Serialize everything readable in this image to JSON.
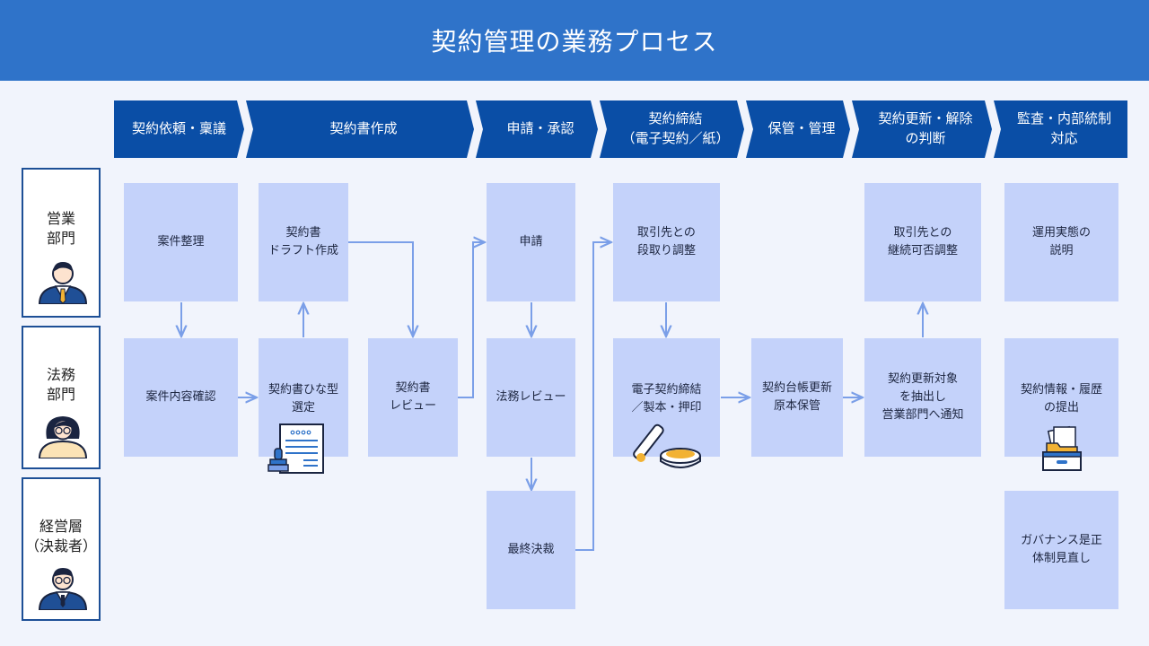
{
  "title": "契約管理の業務プロセス",
  "colors": {
    "header": "#2f73c9",
    "phase": "#0a4ea6",
    "box": "#c4d2fa",
    "connector": "#7b9fe8",
    "role_border": "#1d4f96"
  },
  "phases": [
    "契約依頼・稟議",
    "契約書作成",
    "申請・承認",
    "契約締結\n（電子契約／紙）",
    "保管・管理",
    "契約更新・解除\nの判断",
    "監査・内部統制\n対応"
  ],
  "roles": [
    {
      "label": "営業\n部門",
      "icon": "male-staff-icon"
    },
    {
      "label": "法務\n部門",
      "icon": "female-staff-icon"
    },
    {
      "label": "経営層\n（決裁者）",
      "icon": "executive-icon"
    }
  ],
  "steps": {
    "anken_seiri": "案件整理",
    "anken_naiyo_kakunin": "案件内容確認",
    "draft_sakusei": "契約書\nドラフト作成",
    "hinagata_sentei": "契約書ひな型\n選定",
    "keiyakusho_review": "契約書\nレビュー",
    "shinsei": "申請",
    "homu_review": "法務レビュー",
    "saishu_kessai": "最終決裁",
    "dandori_chosei": "取引先との\n段取り調整",
    "denshi_teiketsu": "電子契約締結\n／製本・押印",
    "daicho_koshin": "契約台帳更新\n原本保管",
    "keizoku_chosei": "取引先との\n継続可否調整",
    "koshin_chushutsu": "契約更新対象\nを抽出し\n営業部門へ通知",
    "unyo_setsumei": "運用実態の\n説明",
    "rireki_teishutsu": "契約情報・履歴\nの提出",
    "governance": "ガバナンス是正\n体制見直し"
  }
}
